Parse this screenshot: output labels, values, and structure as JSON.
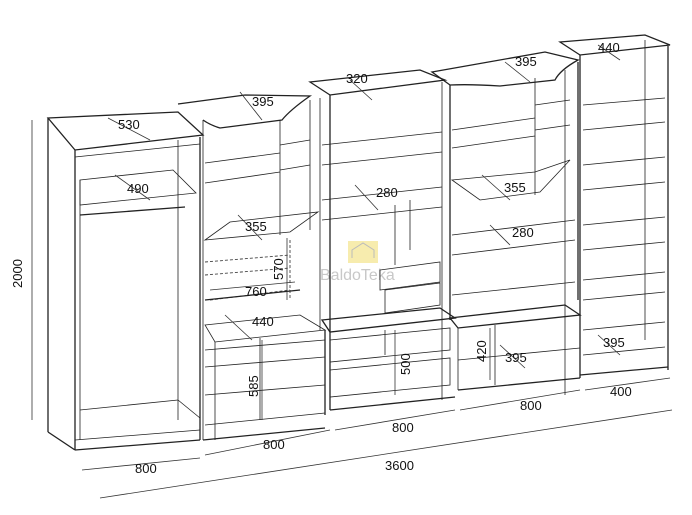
{
  "watermark": "BaldoTeka",
  "colors": {
    "line": "#222222",
    "watermark_logo": "#f5e79a"
  },
  "dimensions": {
    "total_height": "2000",
    "total_width": "3600",
    "wardrobe_width": "800",
    "wardrobe_top_depth": "530",
    "wardrobe_shelf_depth": "490",
    "tv_top": "395",
    "tv_shelf": "355",
    "tv_niche_height": "570",
    "tv_niche_width": "760",
    "tv_lower_depth": "440",
    "tv_lower_height": "585",
    "tv_width": "800",
    "center_top": "320",
    "center_shelf": "280",
    "center_drawer_height": "500",
    "center_width": "800",
    "right_top": "395",
    "right_shelf_corner": "355",
    "right_shelf": "280",
    "right_lower_height": "420",
    "right_lower_depth": "395",
    "right_width": "800",
    "narrow_top": "440",
    "narrow_lower_depth": "395",
    "narrow_width": "400"
  }
}
